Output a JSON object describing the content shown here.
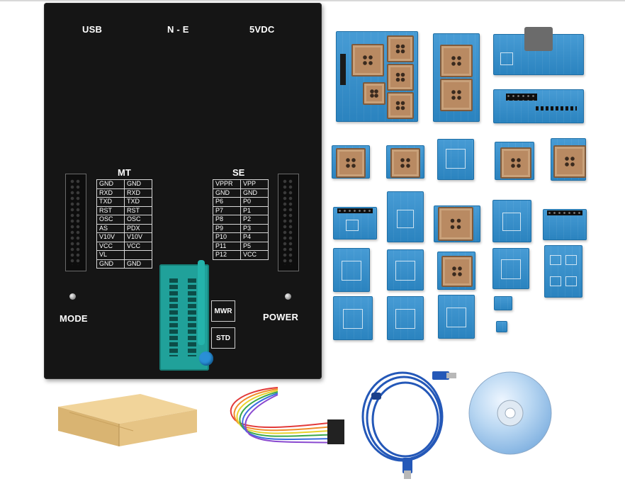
{
  "device": {
    "top_labels": [
      "USB",
      "N - E",
      "5VDC"
    ],
    "mode_label": "MODE",
    "power_label": "POWER",
    "mwr_label": "MWR",
    "std_label": "STD",
    "mt_table": {
      "title": "MT",
      "rows": [
        [
          "GND",
          "GND"
        ],
        [
          "RXD",
          "RXD"
        ],
        [
          "TXD",
          "TXD"
        ],
        [
          "RST",
          "RST"
        ],
        [
          "OSC",
          "OSC"
        ],
        [
          "AS",
          "PDX"
        ],
        [
          "V10V",
          "V10V"
        ],
        [
          "VCC",
          "VCC"
        ],
        [
          "VL",
          ""
        ],
        [
          "GND",
          "GND"
        ]
      ]
    },
    "se_table": {
      "title": "SE",
      "rows": [
        [
          "VPPR",
          "VPP"
        ],
        [
          "GND",
          "GND"
        ],
        [
          "P6",
          "P0"
        ],
        [
          "P7",
          "P1"
        ],
        [
          "P8",
          "P2"
        ],
        [
          "P9",
          "P3"
        ],
        [
          "P10",
          "P4"
        ],
        [
          "P11",
          "P5"
        ],
        [
          "P12",
          "VCC"
        ]
      ]
    }
  },
  "colors": {
    "device_body": "#151515",
    "adapter_pcb": "#2e8ecf",
    "zif_socket": "#20a19a",
    "plcc_socket": "#b98a62",
    "cable": "#2458b8"
  },
  "accessories": [
    "cardboard-box",
    "jumper-wires",
    "usb-cable",
    "software-cd"
  ]
}
